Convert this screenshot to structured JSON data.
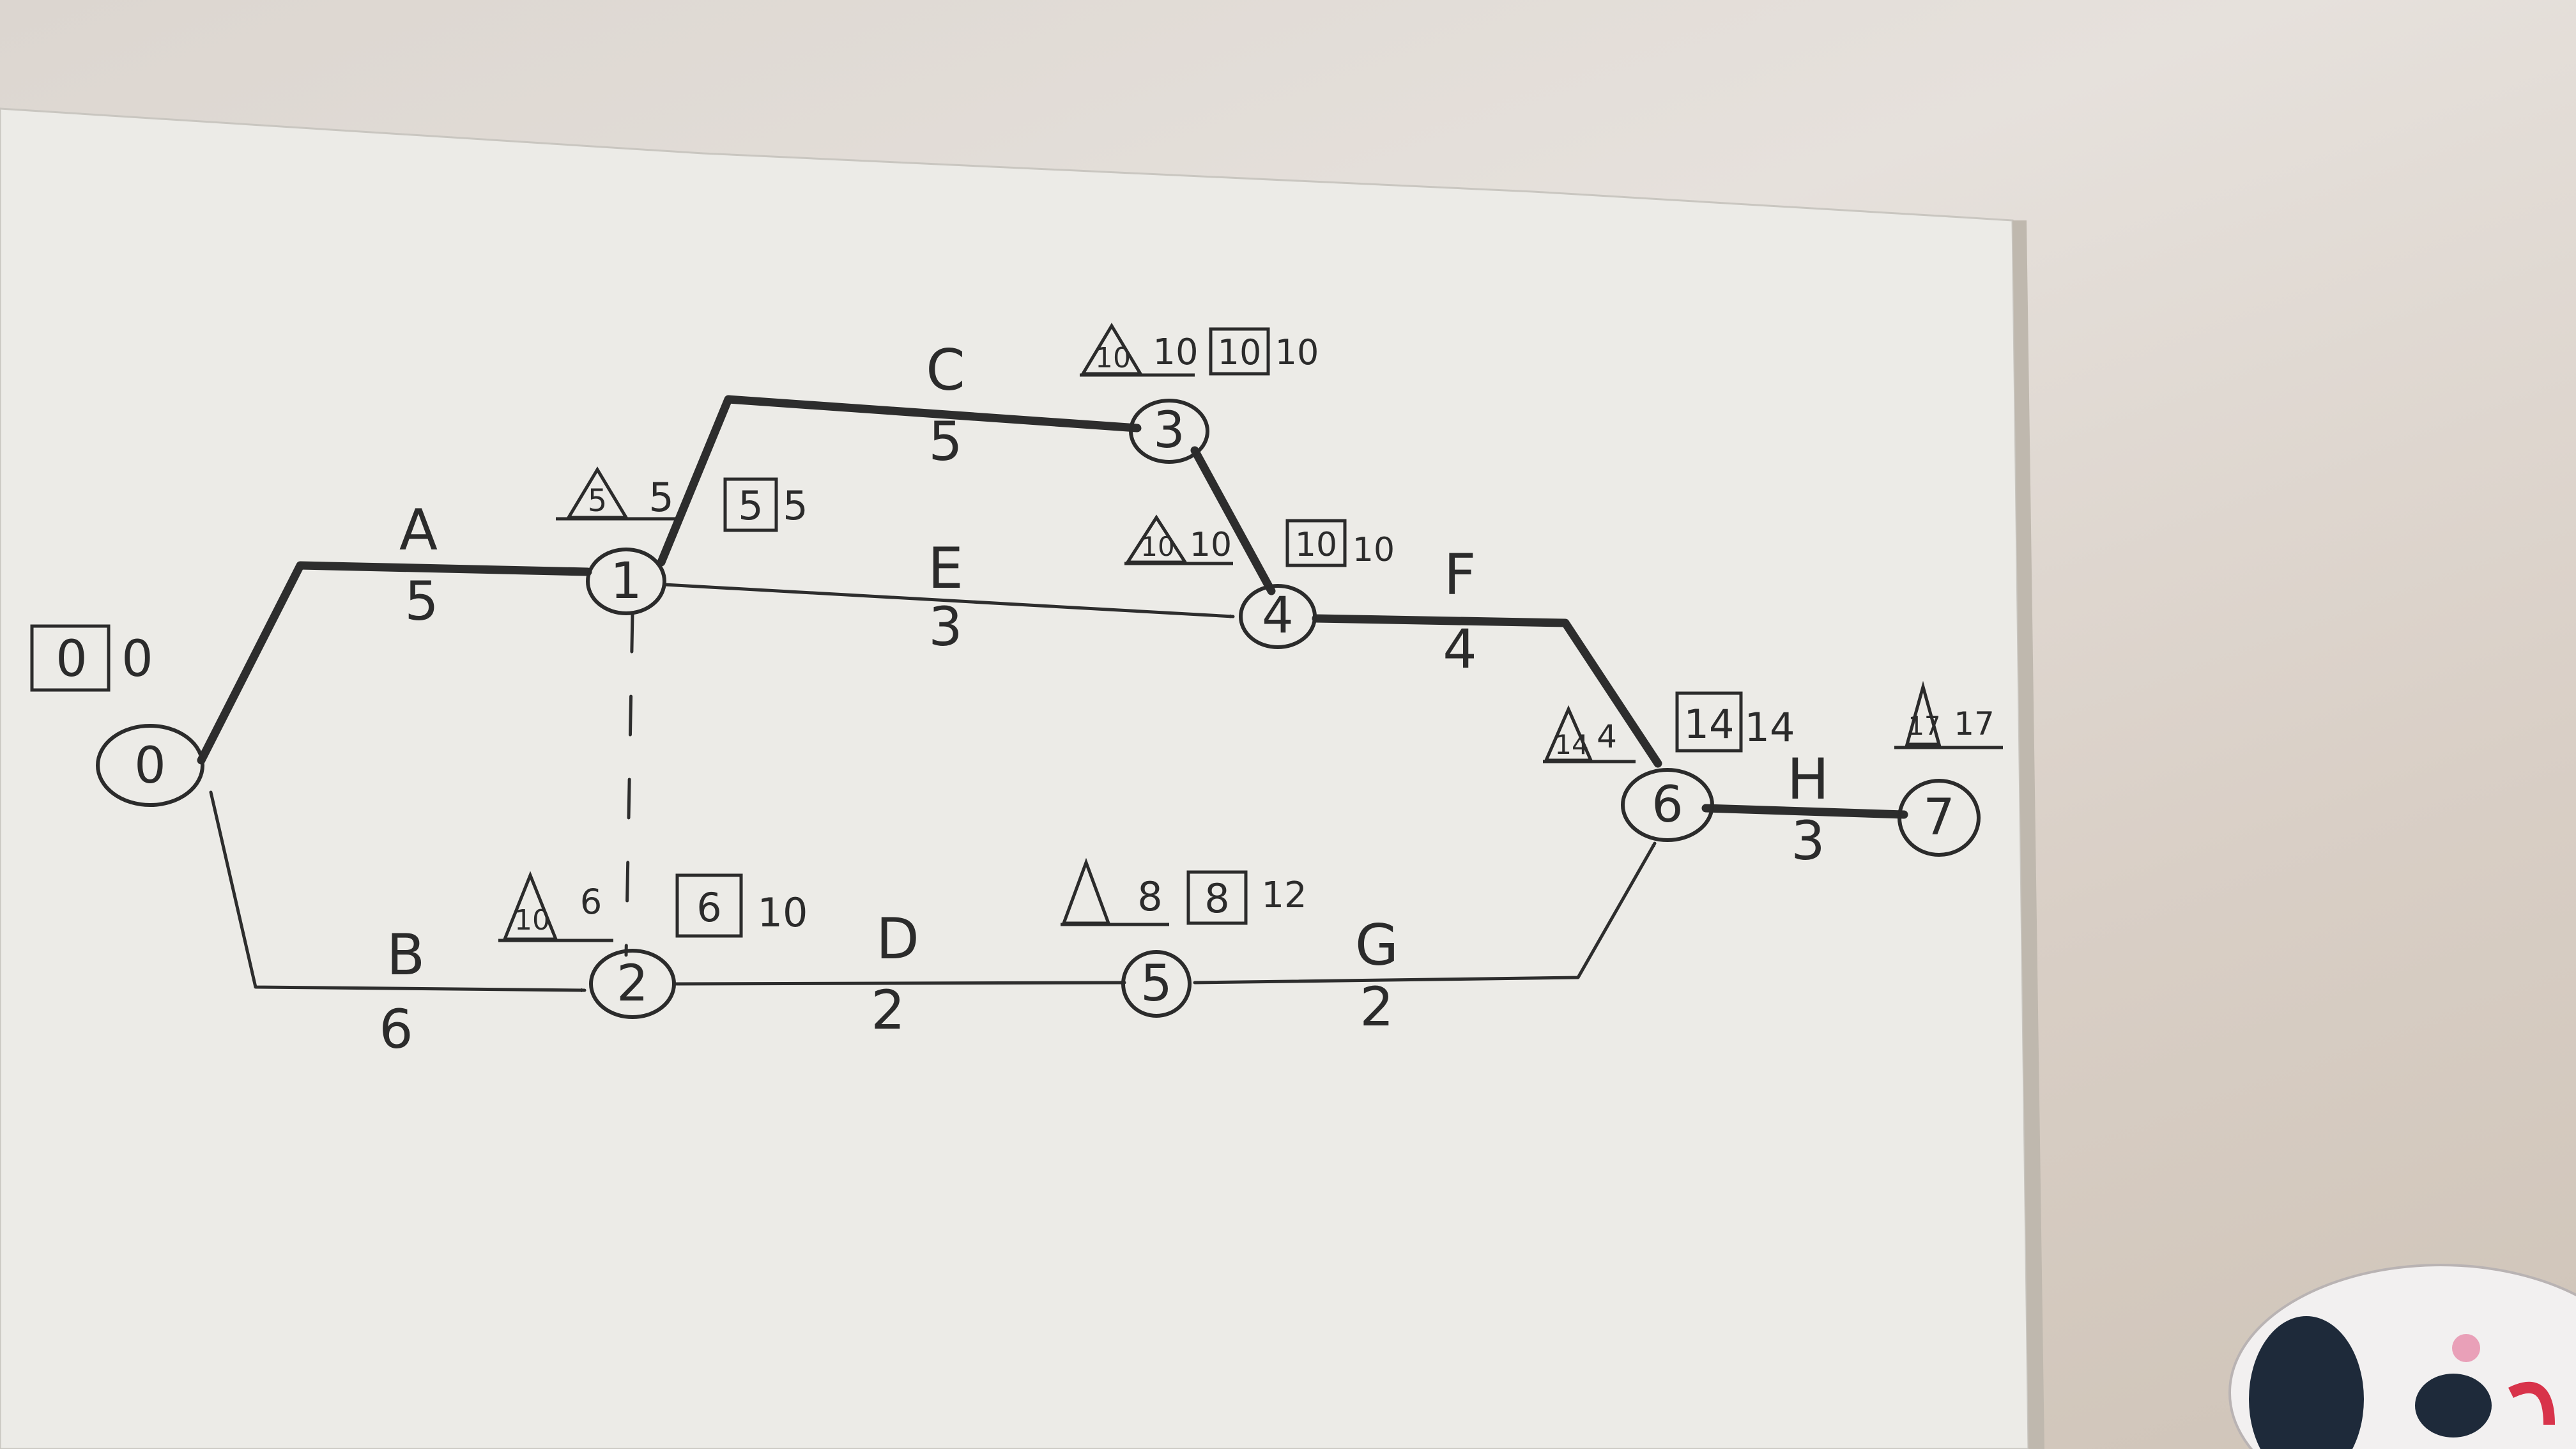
{
  "nodes": [
    {
      "id": "0",
      "label": "0"
    },
    {
      "id": "1",
      "label": "1"
    },
    {
      "id": "2",
      "label": "2"
    },
    {
      "id": "3",
      "label": "3"
    },
    {
      "id": "4",
      "label": "4"
    },
    {
      "id": "5",
      "label": "5"
    },
    {
      "id": "6",
      "label": "6"
    },
    {
      "id": "7",
      "label": "7"
    }
  ],
  "activities": [
    {
      "name": "A",
      "duration": "5",
      "from": "0",
      "to": "1",
      "critical": true
    },
    {
      "name": "B",
      "duration": "6",
      "from": "0",
      "to": "2",
      "critical": false
    },
    {
      "name": "C",
      "duration": "5",
      "from": "1",
      "to": "3",
      "critical": true
    },
    {
      "name": "D",
      "duration": "2",
      "from": "2",
      "to": "5",
      "critical": false
    },
    {
      "name": "E",
      "duration": "3",
      "from": "1",
      "to": "4",
      "critical": false
    },
    {
      "name": "F",
      "duration": "4",
      "from": "4",
      "to": "6",
      "critical": true
    },
    {
      "name": "G",
      "duration": "2",
      "from": "5",
      "to": "6",
      "critical": false
    },
    {
      "name": "H",
      "duration": "3",
      "from": "6",
      "to": "7",
      "critical": true
    }
  ],
  "annotations": [
    {
      "node": "0",
      "box": [
        "0",
        "0"
      ]
    },
    {
      "node": "1",
      "tri": [
        "5",
        "5"
      ],
      "box": [
        "5",
        "5"
      ]
    },
    {
      "node": "2",
      "tri": [
        "10",
        "6"
      ],
      "box": [
        "6",
        "10"
      ]
    },
    {
      "node": "3",
      "tri": [
        "10",
        "10"
      ],
      "box": [
        "10",
        "10"
      ]
    },
    {
      "node": "4",
      "tri": [
        "10",
        "10"
      ],
      "box": [
        "10",
        "10"
      ]
    },
    {
      "node": "5",
      "tri": [
        "",
        "8"
      ],
      "box": [
        "8",
        "12"
      ]
    },
    {
      "node": "6",
      "tri": [
        "14",
        "4"
      ],
      "box": [
        "14",
        "14"
      ]
    },
    {
      "node": "7",
      "tri": [
        "17",
        "17"
      ]
    }
  ]
}
